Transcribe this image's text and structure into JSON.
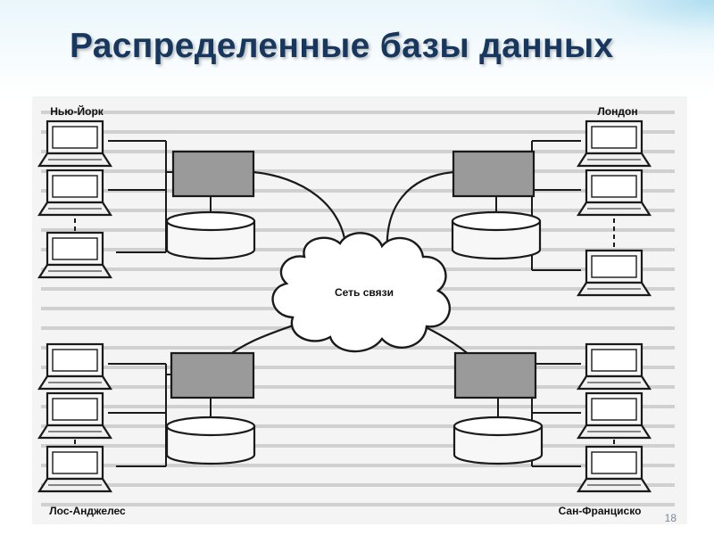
{
  "slide": {
    "title": "Распределенные базы данных",
    "page_number": "18"
  },
  "diagram": {
    "network_label": "Сеть связи",
    "sites": [
      {
        "id": "new-york",
        "label": "Нью-Йорк"
      },
      {
        "id": "london",
        "label": "Лондон"
      },
      {
        "id": "los-angeles",
        "label": "Лос-Анджелес"
      },
      {
        "id": "san-francisco",
        "label": "Сан-Франциско"
      }
    ]
  },
  "colors": {
    "title": "#17375e",
    "server_fill": "#9a9a9a",
    "line": "#1a1a1a"
  }
}
